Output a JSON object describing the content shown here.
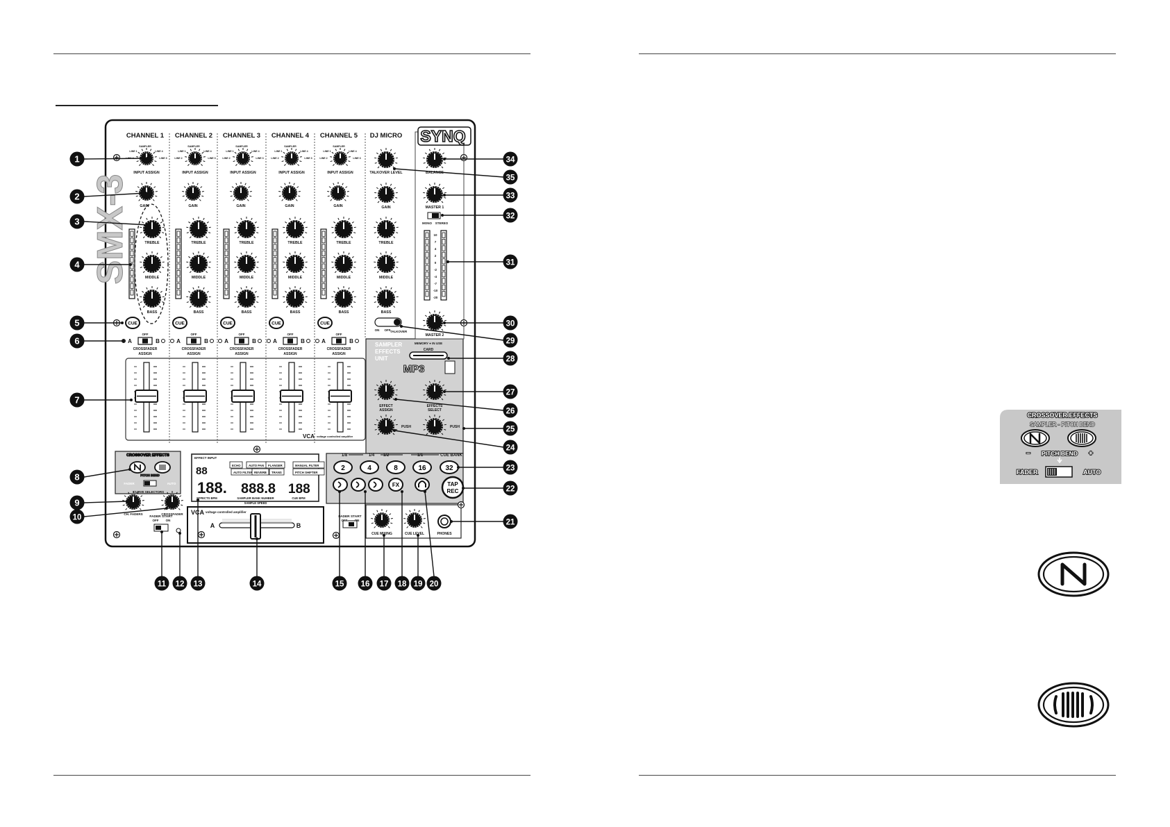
{
  "brand": "SYNQ",
  "model_vertical": "SMX-3",
  "channels": [
    {
      "title": "CHANNEL 1",
      "input_labels": [
        "SAMPLER",
        "LINE 4",
        "LINE 3",
        "LINE 2",
        "LINE 1",
        "LINE 0"
      ],
      "assign_label": "INPUT ASSIGN"
    },
    {
      "title": "CHANNEL 2",
      "input_labels": [
        "SAMPLER",
        "LINE 4",
        "LINE 3",
        "LINE 2",
        "LINE 1",
        "LINE 0"
      ],
      "assign_label": "INPUT ASSIGN"
    },
    {
      "title": "CHANNEL 3",
      "input_labels": [
        "SAMPLER",
        "LINE 4",
        "LINE 3",
        "LINE 2",
        "LINE 1",
        "LINE 0"
      ],
      "assign_label": "INPUT ASSIGN"
    },
    {
      "title": "CHANNEL 4",
      "input_labels": [
        "SAMPLER",
        "LINE 4",
        "LINE 3",
        "LINE 2",
        "LINE 1",
        "LINE 0"
      ],
      "assign_label": "INPUT ASSIGN"
    },
    {
      "title": "CHANNEL 5",
      "input_labels": [
        "SAMPLER",
        "LINE 4",
        "LINE 3",
        "LINE 2",
        "LINE 1",
        "LINE 0"
      ],
      "assign_label": "INPUT ASSIGN"
    }
  ],
  "dj_micro": {
    "title": "DJ MICRO",
    "talkover_label": "TALKOVER LEVEL",
    "switch_labels": [
      "ON",
      "OFF",
      "TALKOVER"
    ]
  },
  "knob_labels": {
    "gain": "GAIN",
    "treble": "TREBLE",
    "middle": "MIDDLE",
    "bass": "BASS",
    "cue": "CUE"
  },
  "crossfader_assign": {
    "label": "CROSSFADER\nASSIGN",
    "off": "OFF",
    "a": "A",
    "b": "B"
  },
  "vu_scale": [
    "10",
    "7",
    "4",
    "2",
    "0",
    "-2",
    "-4",
    "-7",
    "-10",
    "-20"
  ],
  "master": {
    "balance": "BALANCE",
    "master1": "MASTER 1",
    "mono": "MONO",
    "stereo": "STEREO",
    "master2": "MASTER 2"
  },
  "sampler": {
    "title_lines": [
      "SAMPLER",
      "EFFECTS",
      "UNIT"
    ],
    "memory": "MEMORY",
    "in_use": "IN USE",
    "card": "CARD",
    "mp3": "MP3",
    "effect_assign": "EFFECT\nASSIGN",
    "effects_select": "EFFECTS\nSELECT",
    "push": "PUSH",
    "beat_labels": [
      "1/8",
      "1/4",
      "1/2",
      "1/1",
      "CUE BANK"
    ],
    "beat_buttons": [
      "2",
      "4",
      "8",
      "16",
      "32"
    ],
    "fx": "FX",
    "tap": "TAP",
    "rec": "REC"
  },
  "lcd": {
    "top_label": "EFFECT INPUT",
    "effects": [
      "ECHO",
      "AUTO PAN",
      "FLANGER",
      "MANUAL FILTER",
      "AUTO FILTER",
      "REVERB",
      "TRANS",
      "PITCH SHIFTER"
    ],
    "digits_left": "88",
    "digits_main": "188.",
    "digits_mid": "888.8",
    "digits_right": "188",
    "bottom_labels": [
      "EFFECTS BPM",
      "SAMPLER BANK NUMBER",
      "CUE BPM"
    ],
    "sample_speed": "SAMPLE SPEED"
  },
  "crossover_small": {
    "title": "CROSSOVER EFFECTS",
    "pitch_bend": "PITCH BEND",
    "fader": "FADER",
    "auto": "AUTO"
  },
  "curve": {
    "title": "CURVE SELECTORS",
    "ch_fader": "CH. FADERS",
    "crossfader": "CROSSFADER"
  },
  "fader_start": {
    "label": "FADER START",
    "off": "OFF",
    "on": "ON"
  },
  "vca": {
    "logo": "VCA",
    "text": "voltage controlled amplifier",
    "a": "A",
    "b": "B"
  },
  "phones": {
    "cue_mixing": "CUE MIXING",
    "cue_level": "CUE LEVEL",
    "phones": "PHONES"
  },
  "callouts": [
    "1",
    "2",
    "3",
    "4",
    "5",
    "6",
    "7",
    "8",
    "9",
    "10",
    "11",
    "12",
    "13",
    "14",
    "15",
    "16",
    "17",
    "18",
    "19",
    "20",
    "21",
    "22",
    "23",
    "24",
    "25",
    "26",
    "27",
    "28",
    "29",
    "30",
    "31",
    "32",
    "33",
    "34",
    "35"
  ],
  "inset": {
    "title": "CROSSOVER EFFECTS",
    "subtitle": "SAMPLER - PITCH BEND",
    "pitch_bend": "PITCH BEND",
    "minus": "−",
    "plus": "+",
    "fader": "FADER",
    "auto": "AUTO"
  },
  "colors": {
    "panel_gray": "#d4d4d4",
    "ink": "#111111",
    "lcd": "#e8e8e8"
  }
}
